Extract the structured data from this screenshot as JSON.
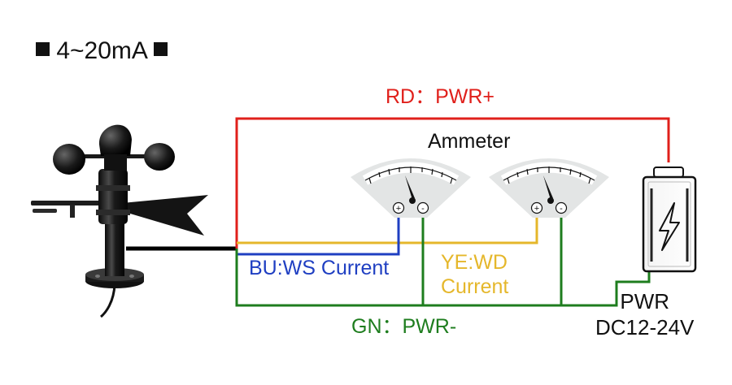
{
  "title": {
    "text": "4~20mA"
  },
  "wires": {
    "red_label": "RD：PWR+",
    "blue_label": "BU:WS Current",
    "yellow_label_line1": "YE:WD",
    "yellow_label_line2": "Current",
    "green_label": "GN：PWR-"
  },
  "ammeter": {
    "label": "Ammeter",
    "plus_symbol": "+",
    "minus_symbol": "-"
  },
  "power": {
    "line1": "PWR",
    "line2": "DC12-24V"
  },
  "colors": {
    "red_wire": "#e0201b",
    "blue_wire": "#1f3fc2",
    "yellow_wire": "#e5b72b",
    "green_wire": "#1e7d1e",
    "sensor_cable": "#000000",
    "meter_face": "#e3e5e5"
  },
  "icons": [
    "wind-sensor-icon",
    "ammeter-icon",
    "battery-icon",
    "lightning-bolt-icon"
  ]
}
